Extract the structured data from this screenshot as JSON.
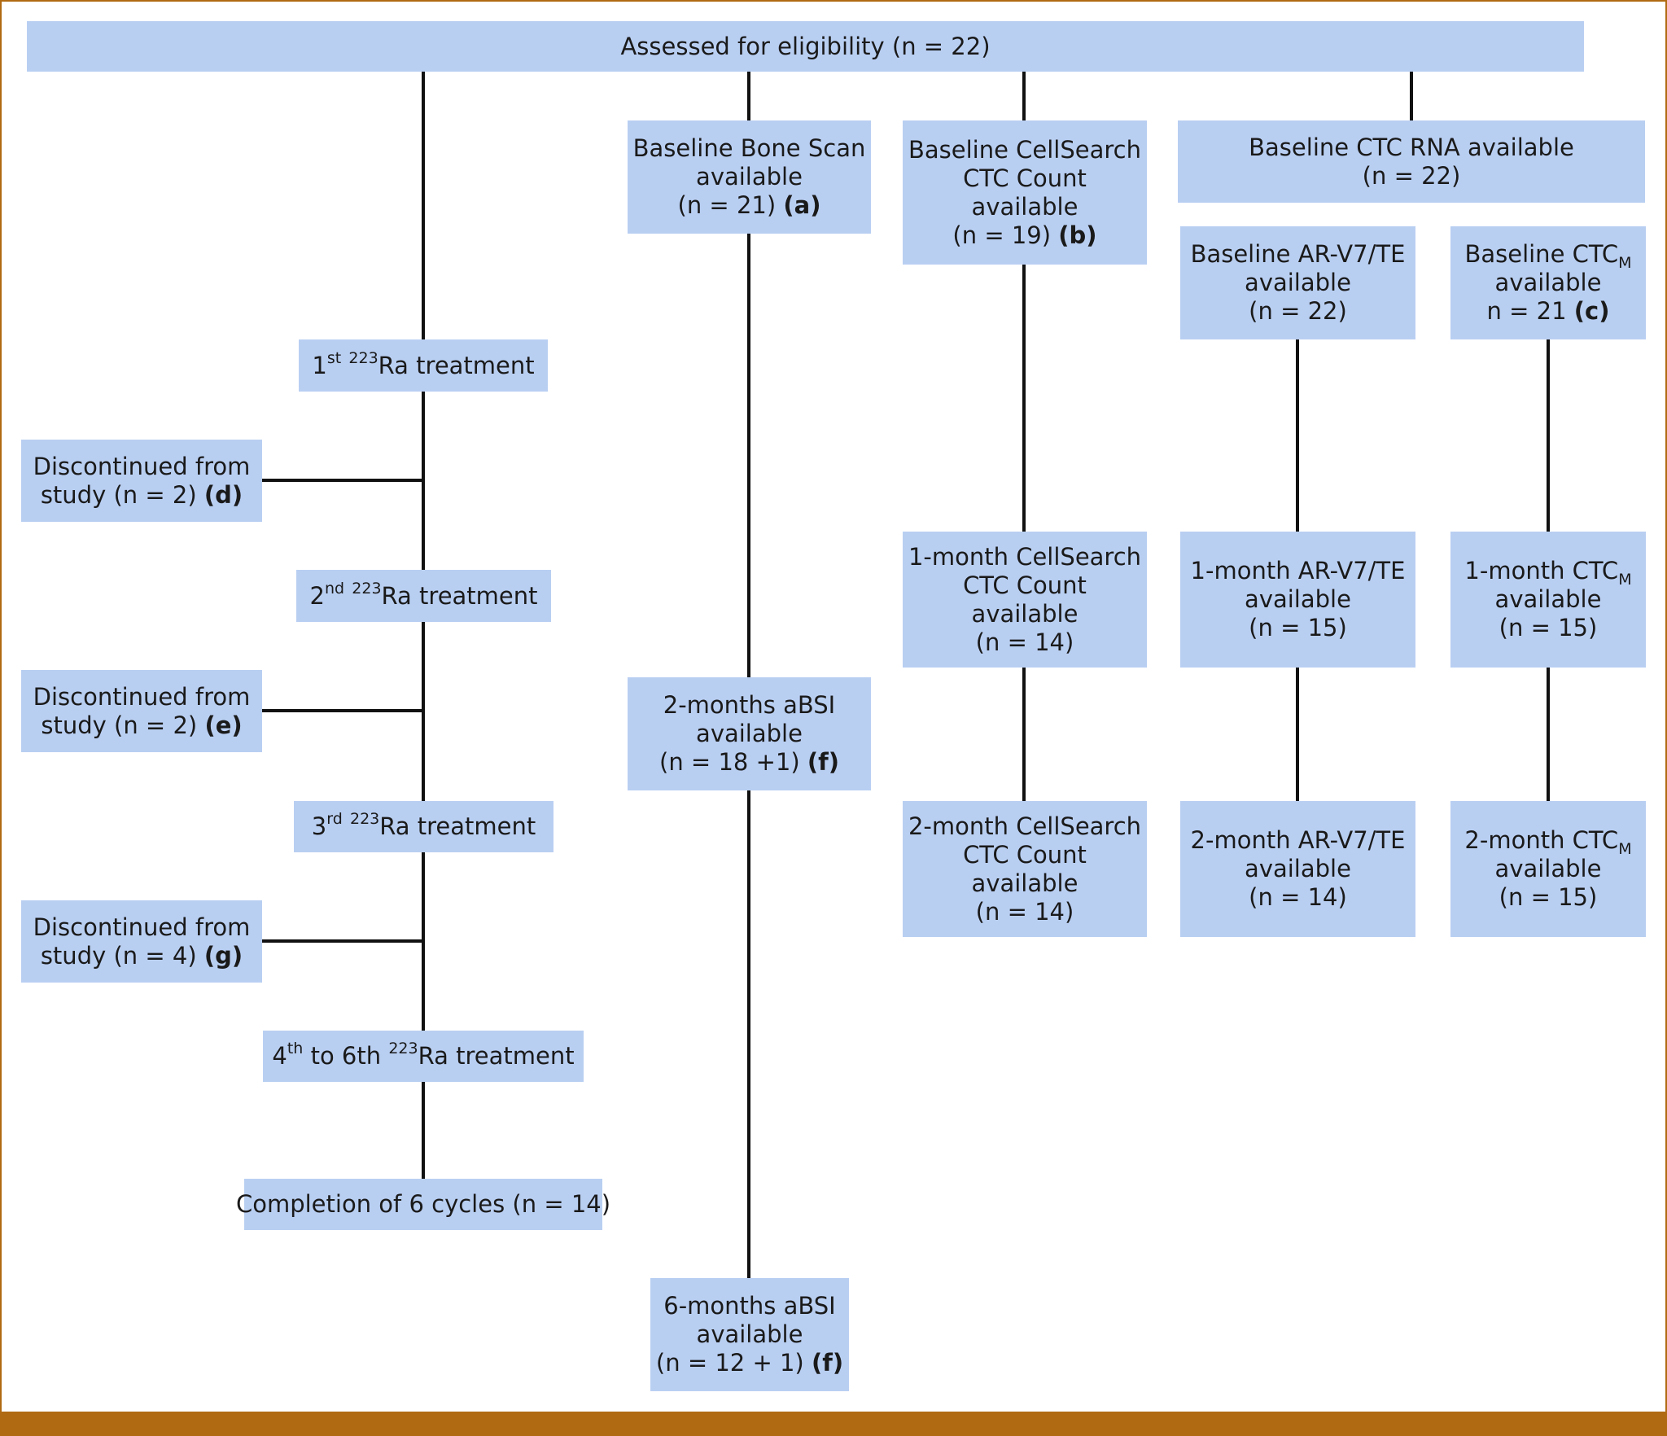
{
  "diagram": {
    "eligibility": "Assessed for eligibility (n = 22)",
    "treatment_arm": {
      "first_treatment": {
        "ordinal": "1",
        "suffix": "st",
        "isotope": "223",
        "text": "Ra treatment"
      },
      "discontinued_1": {
        "line1": "Discontinued from",
        "line2_text": "study (n = 2)",
        "note": "(d)"
      },
      "second_treatment": {
        "ordinal": "2",
        "suffix": "nd",
        "isotope": "223",
        "text": "Ra treatment"
      },
      "discontinued_2": {
        "line1": "Discontinued from",
        "line2_text": "study (n = 2)",
        "note": "(e)"
      },
      "third_treatment": {
        "ordinal": "3",
        "suffix": "rd",
        "isotope": "223",
        "text": "Ra treatment"
      },
      "discontinued_3": {
        "line1": "Discontinued from",
        "line2_text": "study (n = 4)",
        "note": "(g)"
      },
      "fourth_sixth_treatment": {
        "ordinal": "4",
        "suffix": "th",
        "middle": "to 6th",
        "isotope": "223",
        "text": "Ra treatment"
      },
      "completion": "Completion of 6 cycles (n = 14)"
    },
    "bone_scan": {
      "baseline": {
        "line1": "Baseline Bone Scan",
        "line2": "available",
        "line3_text": "(n = 21)",
        "note": "(a)"
      },
      "two_months": {
        "line1": "2-months aBSI",
        "line2": "available",
        "line3_text": "(n = 18 +1)",
        "note": "(f)"
      },
      "six_months": {
        "line1": "6-months aBSI",
        "line2": "available",
        "line3_text": "(n = 12 + 1)",
        "note": "(f)"
      }
    },
    "cellsearch": {
      "baseline": {
        "line1": "Baseline CellSearch",
        "line2": "CTC Count",
        "line3": "available",
        "line4_text": "(n = 19)",
        "note": "(b)"
      },
      "one_month": {
        "line1": "1-month CellSearch",
        "line2": "CTC Count",
        "line3": "available",
        "line4": "(n = 14)"
      },
      "two_month": {
        "line1": "2-month CellSearch",
        "line2": "CTC Count",
        "line3": "available",
        "line4": "(n = 14)"
      }
    },
    "ctc_rna": {
      "baseline": {
        "line1": "Baseline CTC RNA available",
        "line2": "(n = 22)"
      },
      "arv7": {
        "baseline": {
          "line1": "Baseline AR-V7/TE",
          "line2": "available",
          "line3": "(n = 22)"
        },
        "one_month": {
          "line1": "1-month AR-V7/TE",
          "line2": "available",
          "line3": "(n = 15)"
        },
        "two_month": {
          "line1": "2-month AR-V7/TE",
          "line2": "available",
          "line3": "(n = 14)"
        }
      },
      "ctcm": {
        "baseline": {
          "line1": "Baseline CTC",
          "sub": "M",
          "line2": "available",
          "line3_text": "n = 21",
          "note": "(c)"
        },
        "one_month": {
          "line1": "1-month CTC",
          "sub": "M",
          "line2": "available",
          "line3": "(n = 15)"
        },
        "two_month": {
          "line1": "2-month CTC",
          "sub": "M",
          "line2": "available",
          "line3": "(n = 15)"
        }
      }
    }
  },
  "colors": {
    "box_fill": "#b9cff2",
    "connector": "#111111",
    "frame": "#b06a12"
  }
}
